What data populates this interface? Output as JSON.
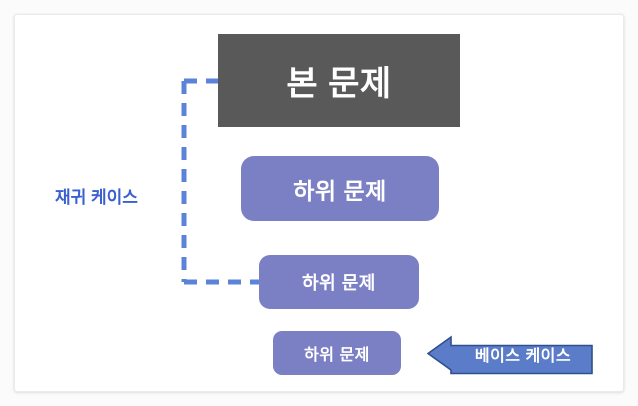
{
  "diagram": {
    "title_alt": "Recursion structure diagram",
    "colors": {
      "main_box_fill": "#595959",
      "sub_box_fill": "#7b7fc4",
      "callout_fill": "#5b7cc8",
      "callout_stroke": "#2f4f8f",
      "connector": "#5b83d7",
      "label_text": "#3a5fd0",
      "node_text": "#ffffff",
      "board_bg": "#ffffff",
      "page_bg": "#fbfbfb"
    },
    "nodes": [
      {
        "id": "main-problem",
        "label": "본 문제",
        "shape": "rectangle",
        "font_size": "34px"
      },
      {
        "id": "sub-problem-1",
        "label": "하위 문제",
        "shape": "rounded-rectangle",
        "font_size": "23px"
      },
      {
        "id": "sub-problem-2",
        "label": "하위 문제",
        "shape": "rounded-rectangle",
        "font_size": "18px"
      },
      {
        "id": "sub-problem-3",
        "label": "하위 문제",
        "shape": "rounded-rectangle",
        "font_size": "16px"
      }
    ],
    "edges": [
      {
        "id": "recursive-edge",
        "label": "재귀 케이스",
        "style": "dashed",
        "from": "main-problem",
        "to": "sub-problem-2"
      }
    ],
    "callouts": [
      {
        "id": "base-case",
        "label": "베이스 케이스",
        "shape": "left-arrow",
        "points_to": "sub-problem-3",
        "font_size": "16px"
      }
    ]
  }
}
